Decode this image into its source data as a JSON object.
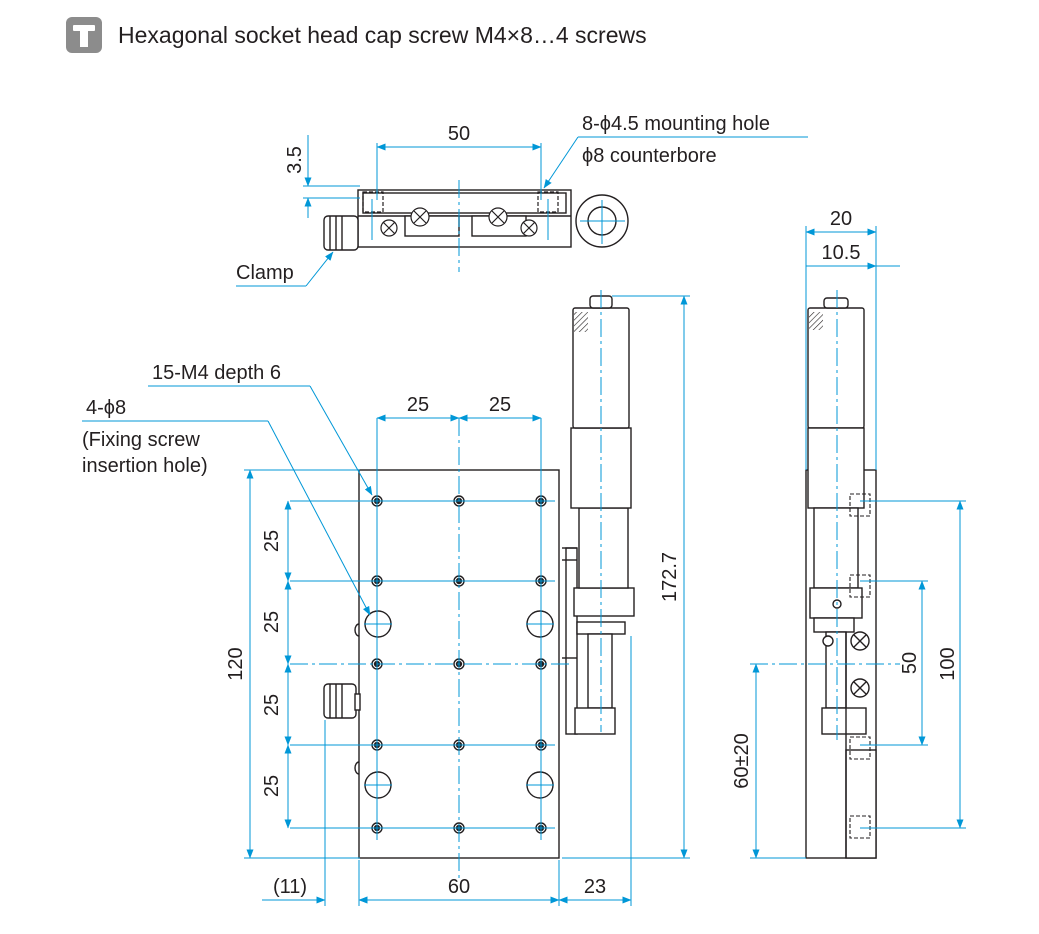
{
  "header": {
    "icon": "screw-icon",
    "text": "Hexagonal socket head cap screw M4×8…4 screws"
  },
  "top_view": {
    "width_dim": "50",
    "height_dim": "3.5",
    "note_line1": "8-ϕ4.5 mounting hole",
    "note_line2": "ϕ8 counterbore",
    "clamp_label": "Clamp"
  },
  "front_view": {
    "tap_label": "15-M4 depth 6",
    "hole_label": "4-ϕ8",
    "hole_note_line1": "(Fixing screw",
    "hole_note_line2": "insertion hole)",
    "pitch_x": [
      "25",
      "25"
    ],
    "pitch_y": [
      "25",
      "25",
      "25",
      "25"
    ],
    "overall_height": "120",
    "total_height": "172.7",
    "width": "60",
    "offset_left": "(11)",
    "micrometer_width": "23"
  },
  "side_view": {
    "width": "20",
    "half_width": "10.5",
    "travel": "50",
    "height": "100",
    "stage_height": "60±20"
  },
  "colors": {
    "line": "#231f20",
    "dimension": "#0097d7",
    "centerline": "#0097d7",
    "icon_bg": "#8c8c8c"
  }
}
